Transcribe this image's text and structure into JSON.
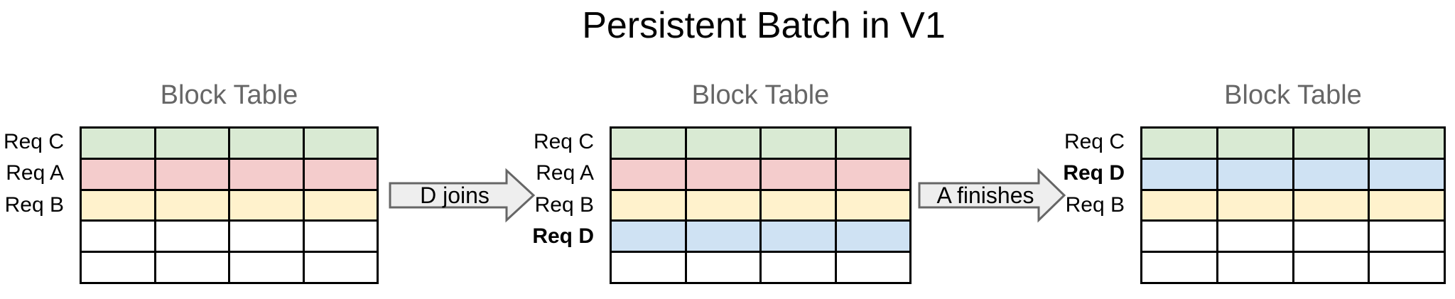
{
  "title": "Persistent Batch in V1",
  "colors": {
    "green": "#d9ead3",
    "red": "#f4cccc",
    "yellow": "#fff2cc",
    "blue": "#cfe2f3",
    "white": "#ffffff",
    "table_border": "#000000",
    "table_title_gray": "#666666",
    "arrow_fill": "#eeeeee",
    "arrow_border": "#666666"
  },
  "panels": [
    {
      "title": "Block Table",
      "columns": 4,
      "rows": [
        {
          "label": "Req C",
          "bold": false,
          "color": "green"
        },
        {
          "label": "Req A",
          "bold": false,
          "color": "red"
        },
        {
          "label": "Req B",
          "bold": false,
          "color": "yellow"
        },
        {
          "label": "",
          "bold": false,
          "color": "white"
        },
        {
          "label": "",
          "bold": false,
          "color": "white"
        }
      ]
    },
    {
      "title": "Block Table",
      "columns": 4,
      "rows": [
        {
          "label": "Req C",
          "bold": false,
          "color": "green"
        },
        {
          "label": "Req A",
          "bold": false,
          "color": "red"
        },
        {
          "label": "Req B",
          "bold": false,
          "color": "yellow"
        },
        {
          "label": "Req D",
          "bold": true,
          "color": "blue"
        },
        {
          "label": "",
          "bold": false,
          "color": "white"
        }
      ]
    },
    {
      "title": "Block Table",
      "columns": 4,
      "rows": [
        {
          "label": "Req C",
          "bold": false,
          "color": "green"
        },
        {
          "label": "Req D",
          "bold": true,
          "color": "blue"
        },
        {
          "label": "Req B",
          "bold": false,
          "color": "yellow"
        },
        {
          "label": "",
          "bold": false,
          "color": "white"
        },
        {
          "label": "",
          "bold": false,
          "color": "white"
        }
      ]
    }
  ],
  "arrows": [
    {
      "label": "D joins"
    },
    {
      "label": "A finishes"
    }
  ]
}
